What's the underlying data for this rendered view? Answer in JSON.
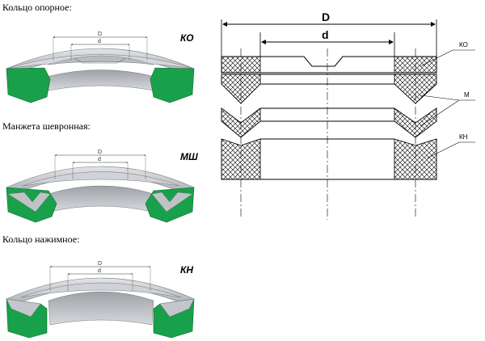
{
  "captions": {
    "support_ring": "Кольцо опорное:",
    "chevron_seal": "Манжета шевронная:",
    "pressure_ring": "Кольцо нажимное:"
  },
  "codes": {
    "support_ring": "КО",
    "chevron_seal": "МШ",
    "pressure_ring": "КН"
  },
  "small_dims": {
    "outer": "D",
    "inner": "d"
  },
  "drawing": {
    "outer_dim": "D",
    "inner_dim": "d",
    "callout_ko": "КО",
    "callout_m": "М",
    "callout_kn": "КН"
  },
  "colors": {
    "seal_green": "#19a04a",
    "seal_gray": "#c9ccd0"
  }
}
